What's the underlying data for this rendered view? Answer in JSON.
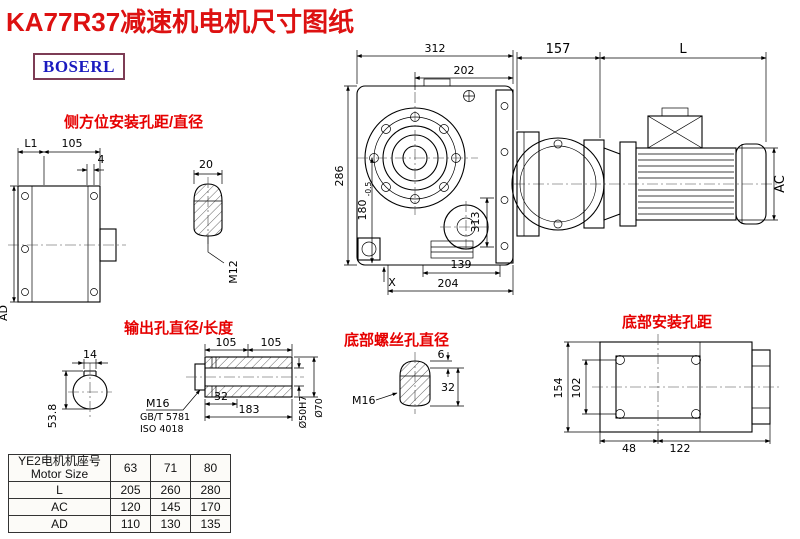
{
  "title": "KA77R37减速机电机尺寸图纸",
  "logo": "BOSERL",
  "colors": {
    "title_red": "#dd1111",
    "label_red": "#e60000",
    "logo_blue": "#1a1abf",
    "logo_border": "#7d3c55",
    "line_black": "#000000"
  },
  "labels": {
    "side_mount": "侧方位安装孔距/直径",
    "output_hole": "输出孔直径/长度",
    "bottom_screw": "底部螺丝孔直径",
    "bottom_mount": "底部安装孔距"
  },
  "left_view": {
    "dim_l1": "L1",
    "dim_105": "105",
    "dim_4": "4",
    "dim_ad": "AD"
  },
  "side_mount_detail": {
    "dim_20": "20",
    "thread": "M12"
  },
  "front_view": {
    "dim_312": "312",
    "dim_202": "202",
    "dim_286": "286",
    "dim_180": "180",
    "dim_180_tol": "-0.5",
    "dim_313": "313",
    "dim_139": "139",
    "dim_204": "204",
    "datum_x": "X"
  },
  "motor_view": {
    "dim_157": "157",
    "dim_l": "L",
    "dim_ac": "AC"
  },
  "output_detail": {
    "dim_14": "14",
    "dim_53_8": "53.8",
    "dim_105a": "105",
    "dim_105b": "105",
    "dim_32": "32",
    "dim_183": "183",
    "dim_bore": "Ø50H7",
    "dim_od": "Ø70",
    "thread": "M16",
    "std_gb": "GB/T 5781",
    "std_iso": "ISO 4018"
  },
  "bottom_screw_detail": {
    "thread": "M16",
    "dim_6": "6",
    "dim_32": "32"
  },
  "bottom_view": {
    "dim_154": "154",
    "dim_102": "102",
    "dim_48": "48",
    "dim_122": "122"
  },
  "table": {
    "header_cn": "YE2电机机座号",
    "header_en": "Motor Size",
    "sizes": [
      "63",
      "71",
      "80"
    ],
    "rows": [
      {
        "label": "L",
        "values": [
          "205",
          "260",
          "280"
        ]
      },
      {
        "label": "AC",
        "values": [
          "120",
          "145",
          "170"
        ]
      },
      {
        "label": "AD",
        "values": [
          "110",
          "130",
          "135"
        ]
      }
    ]
  }
}
